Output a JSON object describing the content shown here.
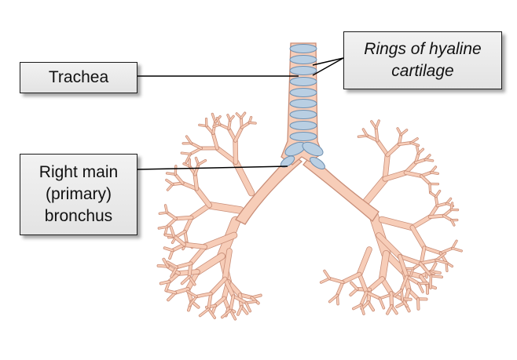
{
  "labels": {
    "trachea": "Trachea",
    "rings_line1": "Rings of hyaline",
    "rings_line2": "cartilage",
    "bronchus_line1": "Right main",
    "bronchus_line2": "(primary)",
    "bronchus_line3": "bronchus"
  },
  "colors": {
    "airway_fill": "#f7cdb8",
    "airway_stroke": "#c98e78",
    "cartilage_fill": "#b9cfe3",
    "cartilage_stroke": "#6e8faf",
    "label_bg": "#e8e8e8",
    "leader_line": "#000000"
  }
}
